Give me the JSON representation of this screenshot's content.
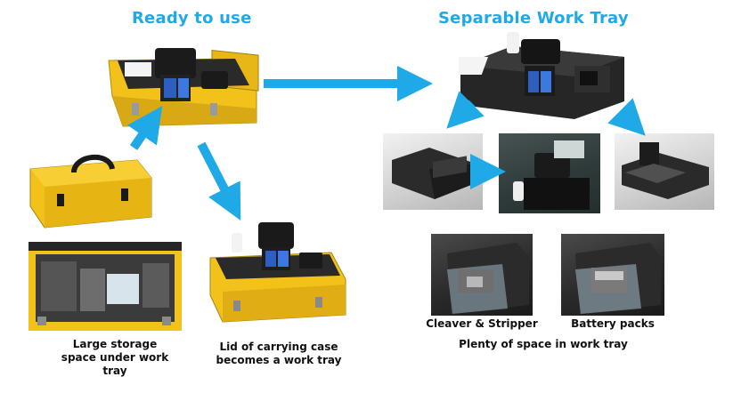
{
  "headings": {
    "left": "Ready to use",
    "right": "Separable Work Tray"
  },
  "captions": {
    "storage_line1": "Large storage",
    "storage_line2": "space under work",
    "storage_line3": "tray",
    "lid_line1": "Lid of carrying case",
    "lid_line2": "becomes a work tray",
    "cleaver": "Cleaver & Stripper",
    "battery": "Battery packs",
    "plenty": "Plenty of space in work tray"
  },
  "colors": {
    "accent": "#1fa9e6",
    "case_yellow": "#f2c21b",
    "device_black": "#1e1e1e"
  }
}
